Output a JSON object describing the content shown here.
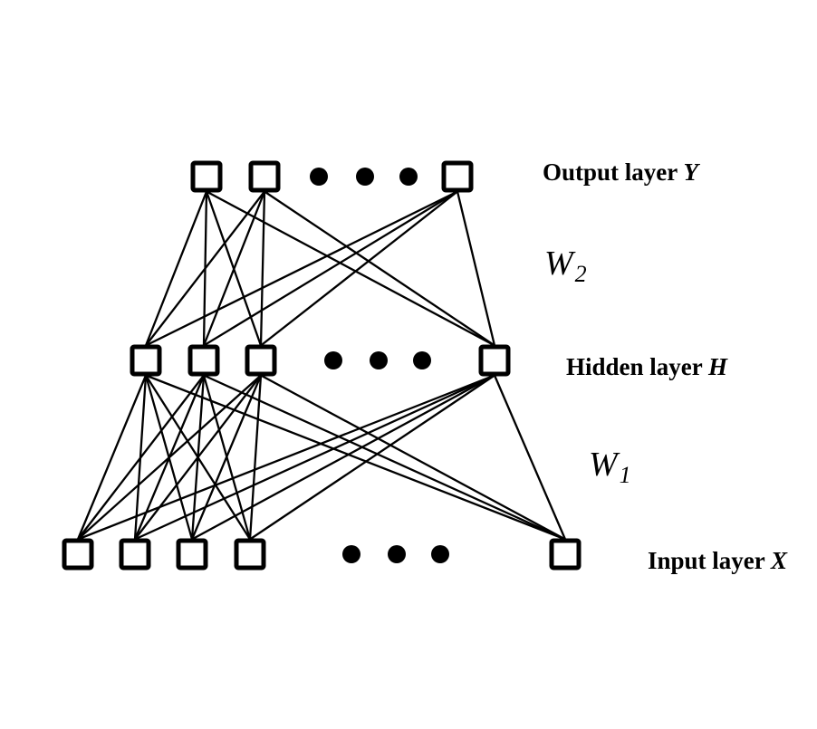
{
  "diagram": {
    "type": "fully-connected neural network",
    "colors": {
      "stroke": "#000000",
      "background": "#ffffff",
      "node_fill": "#ffffff"
    },
    "layers": [
      {
        "id": "output",
        "label_text": "Output layer ",
        "label_var": "Y",
        "visible_nodes": 3,
        "ellipsis_after_node": 2,
        "ellipsis_dots": 3
      },
      {
        "id": "hidden",
        "label_text": "Hidden layer ",
        "label_var": "H",
        "visible_nodes": 4,
        "ellipsis_after_node": 3,
        "ellipsis_dots": 3
      },
      {
        "id": "input",
        "label_text": "Input layer ",
        "label_var": "X",
        "visible_nodes": 5,
        "ellipsis_after_node": 4,
        "ellipsis_dots": 3
      }
    ],
    "weights": [
      {
        "id": "W2",
        "symbol": "W",
        "subscript": "2",
        "between": [
          "hidden",
          "output"
        ]
      },
      {
        "id": "W1",
        "symbol": "W",
        "subscript": "1",
        "between": [
          "input",
          "hidden"
        ]
      }
    ],
    "connectivity": "full"
  }
}
